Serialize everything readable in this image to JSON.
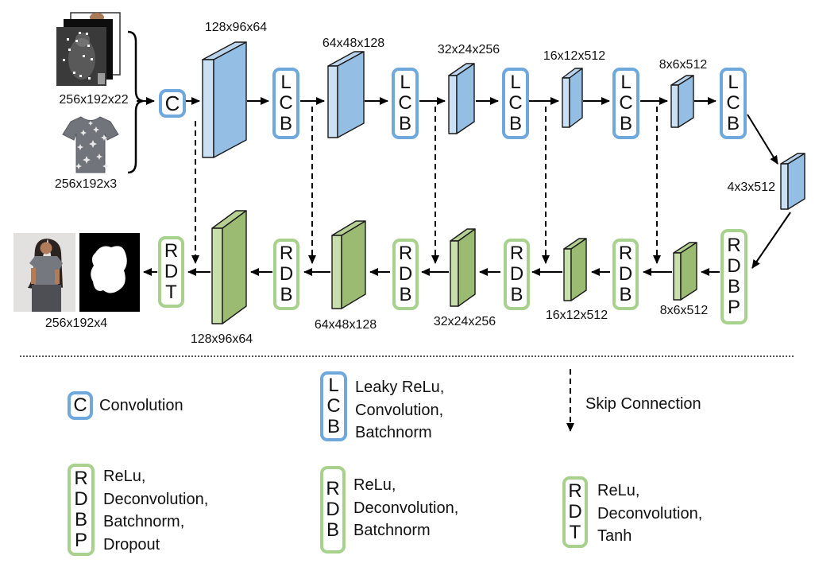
{
  "figure": {
    "encoder": {
      "c_block": "C",
      "lcb_block": "LCB",
      "input_pose_label": "256x192x22",
      "input_cloth_label": "256x192x3",
      "feature_labels": [
        "128x96x64",
        "64x48x128",
        "32x24x256",
        "16x12x512",
        "8x6x512"
      ],
      "bottleneck_label": "4x3x512"
    },
    "decoder": {
      "rdbp_block": "RDBP",
      "rdb_block": "RDB",
      "rdt_block": "RDT",
      "feature_labels": [
        "8x6x512",
        "16x12x512",
        "32x24x256",
        "64x48x128",
        "128x96x64"
      ],
      "output_label": "256x192x4"
    },
    "legend": {
      "c": {
        "block": "C",
        "lines": [
          "Convolution"
        ]
      },
      "lcb": {
        "block": "LCB",
        "lines": [
          "Leaky ReLu,",
          "Convolution,",
          "Batchnorm"
        ]
      },
      "skip": {
        "label": "Skip Connection"
      },
      "rdbp": {
        "block": "RDBP",
        "lines": [
          "ReLu,",
          "Deconvolution,",
          "Batchnorm,",
          "Dropout"
        ]
      },
      "rdb": {
        "block": "RDB",
        "lines": [
          "ReLu,",
          "Deconvolution,",
          "Batchnorm"
        ]
      },
      "rdt": {
        "block": "RDT",
        "lines": [
          "ReLu,",
          "Deconvolution,",
          "Tanh"
        ]
      }
    },
    "colors": {
      "encoder_accent": "#6fa8dc",
      "decoder_accent": "#a9d18e",
      "blue_slab_face": "#95bee4",
      "blue_slab_edge": "#cce0f4",
      "green_slab_face": "#9cbb72",
      "green_slab_edge": "#c8dfab"
    }
  }
}
